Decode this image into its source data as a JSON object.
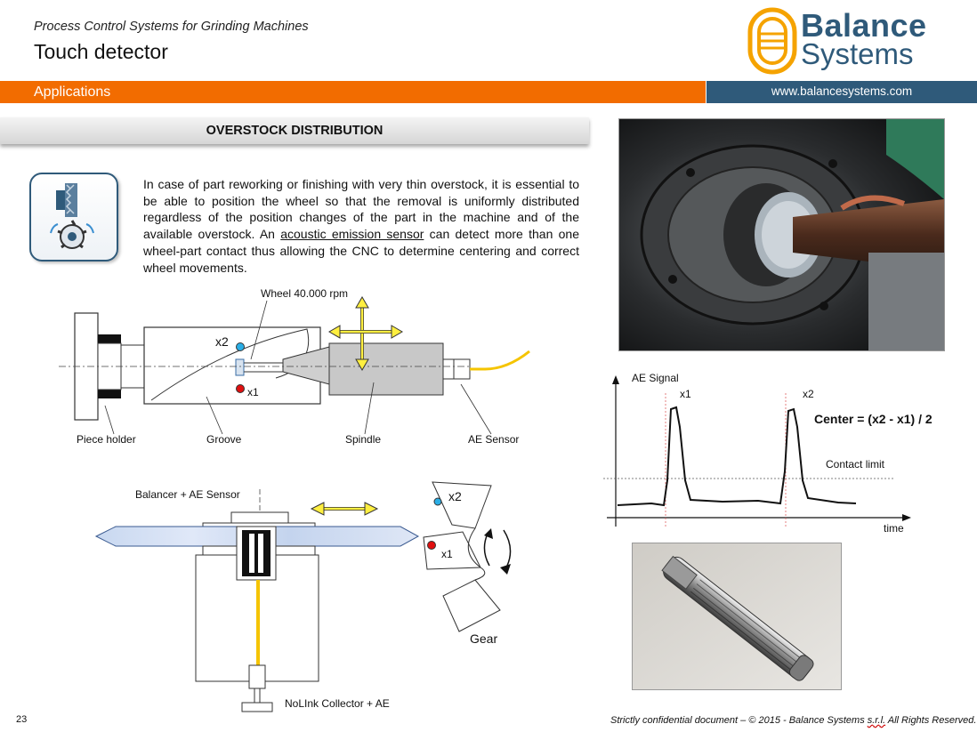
{
  "header": {
    "subtitle": "Process Control Systems for Grinding Machines",
    "title": "Touch detector",
    "section_label": "Applications",
    "website": "www.balancesystems.com",
    "logo_line1": "Balance",
    "logo_line2": "Systems"
  },
  "section": {
    "title": "OVERSTOCK DISTRIBUTION",
    "intro_before": "In case of part reworking or finishing with very thin overstock, it is essential to be able to position the wheel so that the removal is uniformly distributed regardless of the position changes of the part in the machine and of the available overstock. An ",
    "intro_link": "acoustic emission sensor",
    "intro_after": " can detect more than one wheel-part contact thus allowing the CNC to determine centering and correct wheel movements."
  },
  "diagram_top": {
    "wheel_label": "Wheel 40.000 rpm",
    "x2": "x2",
    "x1": "x1",
    "piece_holder": "Piece holder",
    "groove": "Groove",
    "spindle": "Spindle",
    "ae_sensor": "AE Sensor"
  },
  "diagram_bottom": {
    "balancer_label": "Balancer + AE Sensor",
    "collector_label": "NoLInk Collector + AE",
    "x2": "x2",
    "x1": "x1",
    "gear": "Gear"
  },
  "signal_graph": {
    "ae_signal": "AE Signal",
    "x1": "x1",
    "x2": "x2",
    "formula": "Center = (x2 - x1) / 2",
    "contact_limit": "Contact limit",
    "time": "time"
  },
  "colors": {
    "orange": "#f26c00",
    "blue": "#2f5a7a",
    "yellow": "#f5d000"
  },
  "footer": {
    "page_number": "23",
    "text_before": "Strictly confidential document – © 2015 - Balance Systems ",
    "text_underlined": "s.r.l.",
    "text_after": " All Rights Reserved."
  }
}
